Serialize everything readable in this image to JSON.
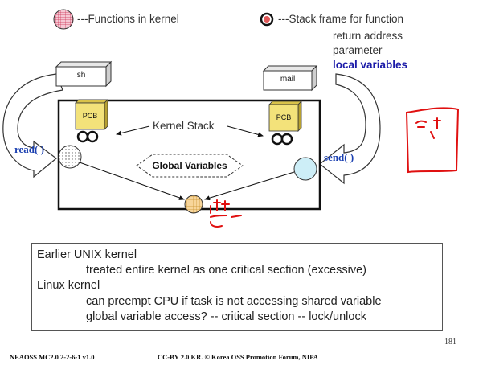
{
  "legend": {
    "kernel_function": "---Functions in kernel",
    "stack_frame": "---Stack frame for function",
    "stack_items": [
      "return address",
      "parameter"
    ],
    "local_variables": "local variables"
  },
  "diagram": {
    "process_left": "sh",
    "process_right": "mail",
    "pcb_label": "PCB",
    "kernel_stack": "Kernel Stack",
    "global_variables": "Global Variables",
    "syscall_left": "read( )",
    "syscall_right": "send( )"
  },
  "textbox": {
    "line1": "Earlier UNIX  kernel",
    "line2": "treated entire kernel as one critical section (excessive)",
    "line3": "Linux kernel",
    "line4": "can preempt CPU if task is not accessing shared variable",
    "line5": "global variable access? --  critical section -- lock/unlock"
  },
  "footer": {
    "left": "NEAOSS MC2.0 2-2-6-1 v1.0",
    "center": "CC-BY 2.0 KR.",
    "center_rest": "Korea OSS Promotion Forum, NIPA",
    "page": "181"
  }
}
